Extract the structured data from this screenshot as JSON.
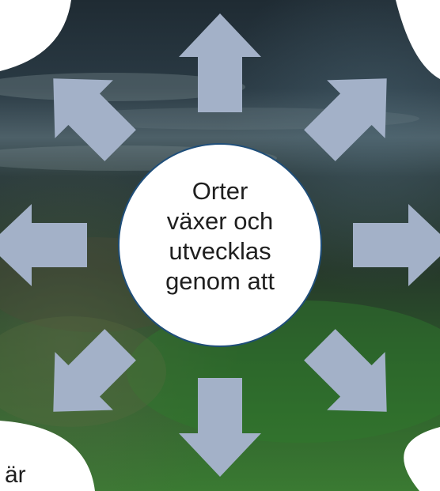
{
  "diagram": {
    "center_lines": [
      "Orter",
      "växer och",
      "utvecklas",
      "genom att"
    ],
    "corner_fragment": "är",
    "arrow_directions": [
      "up",
      "up-right",
      "right",
      "down-right",
      "down",
      "down-left",
      "left",
      "up-left"
    ],
    "colors": {
      "arrow_fill": "#a3b1c8",
      "center_circle_fill": "#ffffff",
      "center_circle_stroke": "#1f4e79",
      "background_sky_dark": "#1d2a30",
      "background_field_green": "#2c6b2a"
    }
  }
}
